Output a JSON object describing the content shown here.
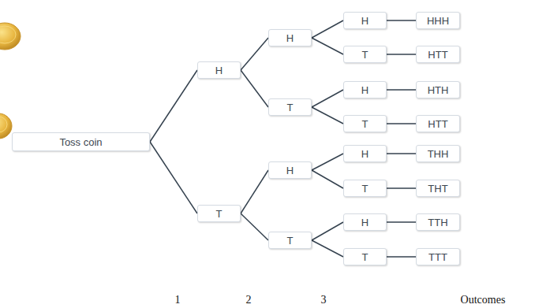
{
  "diagram": {
    "nodes": [
      {
        "text": [
          "Toss coin"
        ]
      },
      {
        "text": [
          "H"
        ]
      },
      {
        "text": [
          "T"
        ]
      },
      {
        "text": [
          "H"
        ]
      },
      {
        "text": [
          "T"
        ]
      },
      {
        "text": [
          "H"
        ]
      },
      {
        "text": [
          "T"
        ]
      },
      {
        "text": [
          "H"
        ]
      },
      {
        "text": [
          "T"
        ]
      },
      {
        "text": [
          "H"
        ]
      },
      {
        "text": [
          "T"
        ]
      },
      {
        "text": [
          "H"
        ]
      },
      {
        "text": [
          "T"
        ]
      },
      {
        "text": [
          "H"
        ]
      },
      {
        "text": [
          "T"
        ]
      },
      {
        "text": [
          "HHH"
        ]
      },
      {
        "text": [
          "HTT"
        ]
      },
      {
        "text": [
          "HTH"
        ]
      },
      {
        "text": [
          "HTT"
        ]
      },
      {
        "text": [
          "THH"
        ]
      },
      {
        "text": [
          "THT"
        ]
      },
      {
        "text": [
          "TTH"
        ]
      },
      {
        "text": [
          "TTT"
        ]
      }
    ],
    "edges": [
      {
        "from": 0,
        "to": 1,
        "arrow": "none"
      },
      {
        "from": 0,
        "to": 2,
        "arrow": "none"
      },
      {
        "from": 1,
        "to": 3,
        "arrow": "none"
      },
      {
        "from": 1,
        "to": 4,
        "arrow": "none"
      },
      {
        "from": 2,
        "to": 5,
        "arrow": "none"
      },
      {
        "from": 2,
        "to": 6,
        "arrow": "none"
      },
      {
        "from": 3,
        "to": 7,
        "arrow": "none"
      },
      {
        "from": 3,
        "to": 8,
        "arrow": "none"
      },
      {
        "from": 4,
        "to": 9,
        "arrow": "none"
      },
      {
        "from": 4,
        "to": 10,
        "arrow": "none"
      },
      {
        "from": 5,
        "to": 11,
        "arrow": "none"
      },
      {
        "from": 5,
        "to": 12,
        "arrow": "none"
      },
      {
        "from": 6,
        "to": 13,
        "arrow": "none"
      },
      {
        "from": 6,
        "to": 14,
        "arrow": "none"
      },
      {
        "from": 7,
        "to": 15,
        "arrow": "none"
      },
      {
        "from": 8,
        "to": 16,
        "arrow": "none"
      },
      {
        "from": 9,
        "to": 17,
        "arrow": "none"
      },
      {
        "from": 10,
        "to": 18,
        "arrow": "none"
      },
      {
        "from": 11,
        "to": 19,
        "arrow": "none"
      },
      {
        "from": 12,
        "to": 20,
        "arrow": "none"
      },
      {
        "from": 13,
        "to": 21,
        "arrow": "none"
      },
      {
        "from": 14,
        "to": 22,
        "arrow": "none"
      }
    ],
    "labels": [
      "1",
      "2",
      "3",
      "Outcomes"
    ]
  }
}
